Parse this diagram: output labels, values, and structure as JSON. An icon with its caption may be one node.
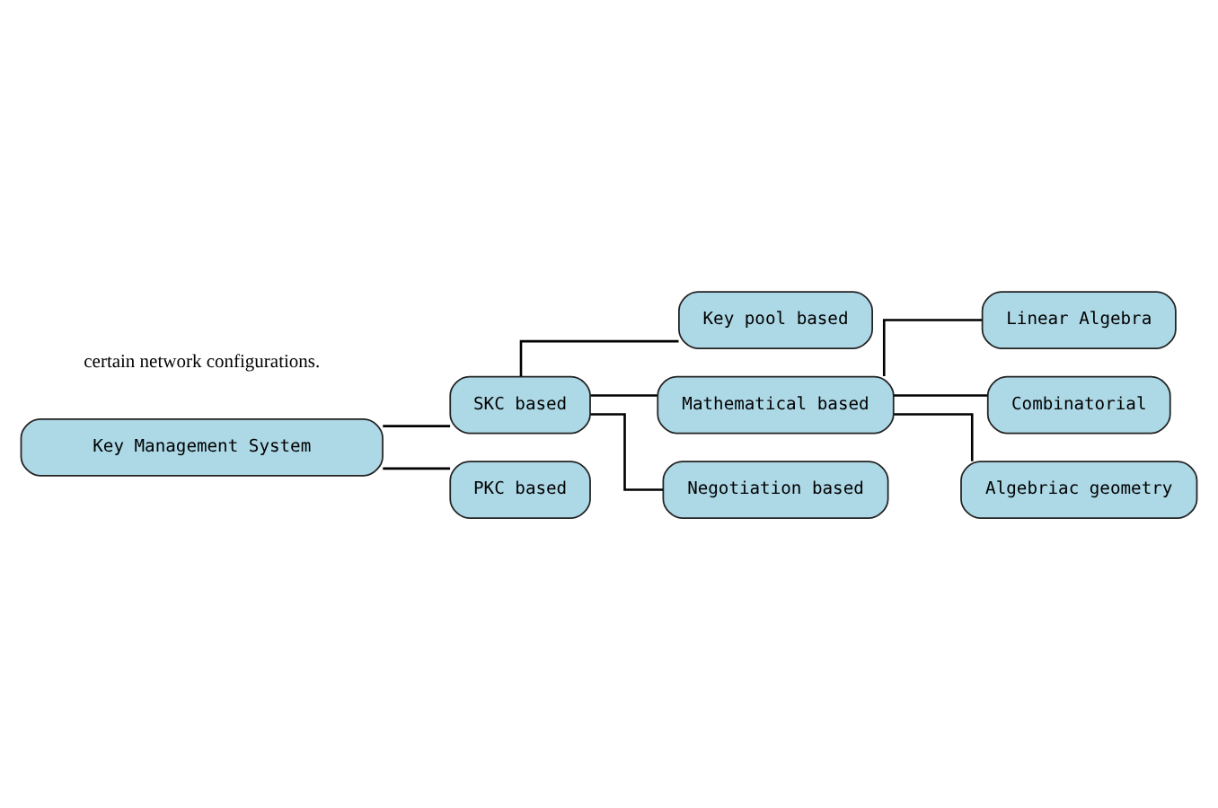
{
  "diagram": {
    "nodes": [
      {
        "text": [
          "Key Management System"
        ]
      },
      {
        "text": [
          "SKC based"
        ]
      },
      {
        "text": [
          "PKC based"
        ]
      },
      {
        "text": [
          "Key pool based"
        ]
      },
      {
        "text": [
          "Mathematical based"
        ]
      },
      {
        "text": [
          "Negotiation based"
        ]
      },
      {
        "text": [
          "Linear Algebra"
        ]
      },
      {
        "text": [
          "Combinatorial"
        ]
      },
      {
        "text": [
          "Algebriac geometry"
        ]
      }
    ],
    "edges": [
      {
        "from": 0,
        "to": 1,
        "arrow": "none"
      },
      {
        "from": 0,
        "to": 2,
        "arrow": "none"
      },
      {
        "from": 1,
        "to": 3,
        "arrow": "none"
      },
      {
        "from": 1,
        "to": 4,
        "arrow": "none"
      },
      {
        "from": 1,
        "to": 5,
        "arrow": "none"
      },
      {
        "from": 4,
        "to": 6,
        "arrow": "none"
      },
      {
        "from": 4,
        "to": 7,
        "arrow": "none"
      },
      {
        "from": 4,
        "to": 8,
        "arrow": "none"
      }
    ],
    "labels": [
      "certain network configurations."
    ]
  }
}
